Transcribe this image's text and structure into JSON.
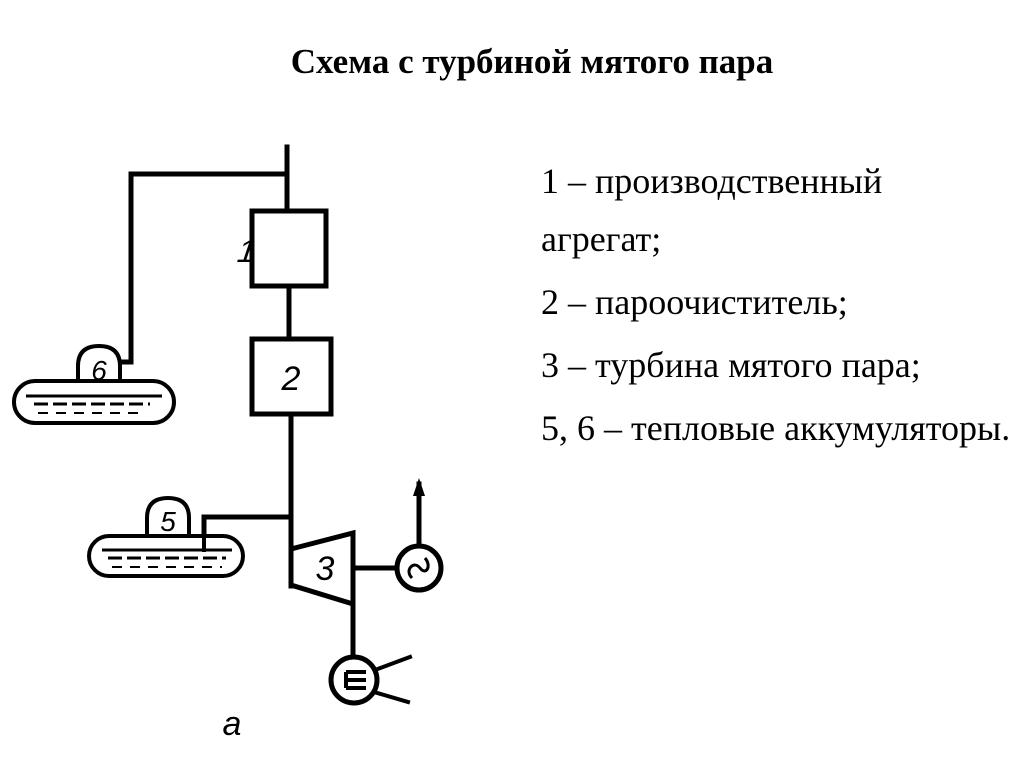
{
  "slide": {
    "title": "Схема с турбиной мятого пара",
    "figure_label": "а"
  },
  "diagram": {
    "components": [
      {
        "id": "1",
        "name": "производственный агрегат",
        "shape": "rectangle"
      },
      {
        "id": "2",
        "name": "пароочиститель",
        "shape": "rectangle"
      },
      {
        "id": "3",
        "name": "турбина мятого пара",
        "shape": "trapezoid"
      },
      {
        "id": "5",
        "name": "тепловой аккумулятор",
        "shape": "accumulator-tank"
      },
      {
        "id": "6",
        "name": "тепловой аккумулятор",
        "shape": "accumulator-tank"
      },
      {
        "id": "G",
        "name": "generator",
        "symbol": "~",
        "shape": "circle"
      },
      {
        "id": "H",
        "name": "heat exchanger",
        "symbol": "coil",
        "shape": "circle"
      }
    ],
    "connections": [
      [
        "steam-inlet",
        "1"
      ],
      [
        "steam-inlet",
        "6"
      ],
      [
        "1",
        "2"
      ],
      [
        "2",
        "3"
      ],
      [
        "5",
        "3-inlet"
      ],
      [
        "3",
        "G"
      ],
      [
        "G",
        "power-output"
      ],
      [
        "3",
        "H"
      ]
    ]
  },
  "legend": {
    "items": [
      {
        "text": "1 – производственный агрегат;"
      },
      {
        "text": "2 – пароочиститель;"
      },
      {
        "text": "3 – турбина мятого пара;"
      },
      {
        "text": "5, 6 – тепловые аккумуляторы."
      }
    ]
  }
}
